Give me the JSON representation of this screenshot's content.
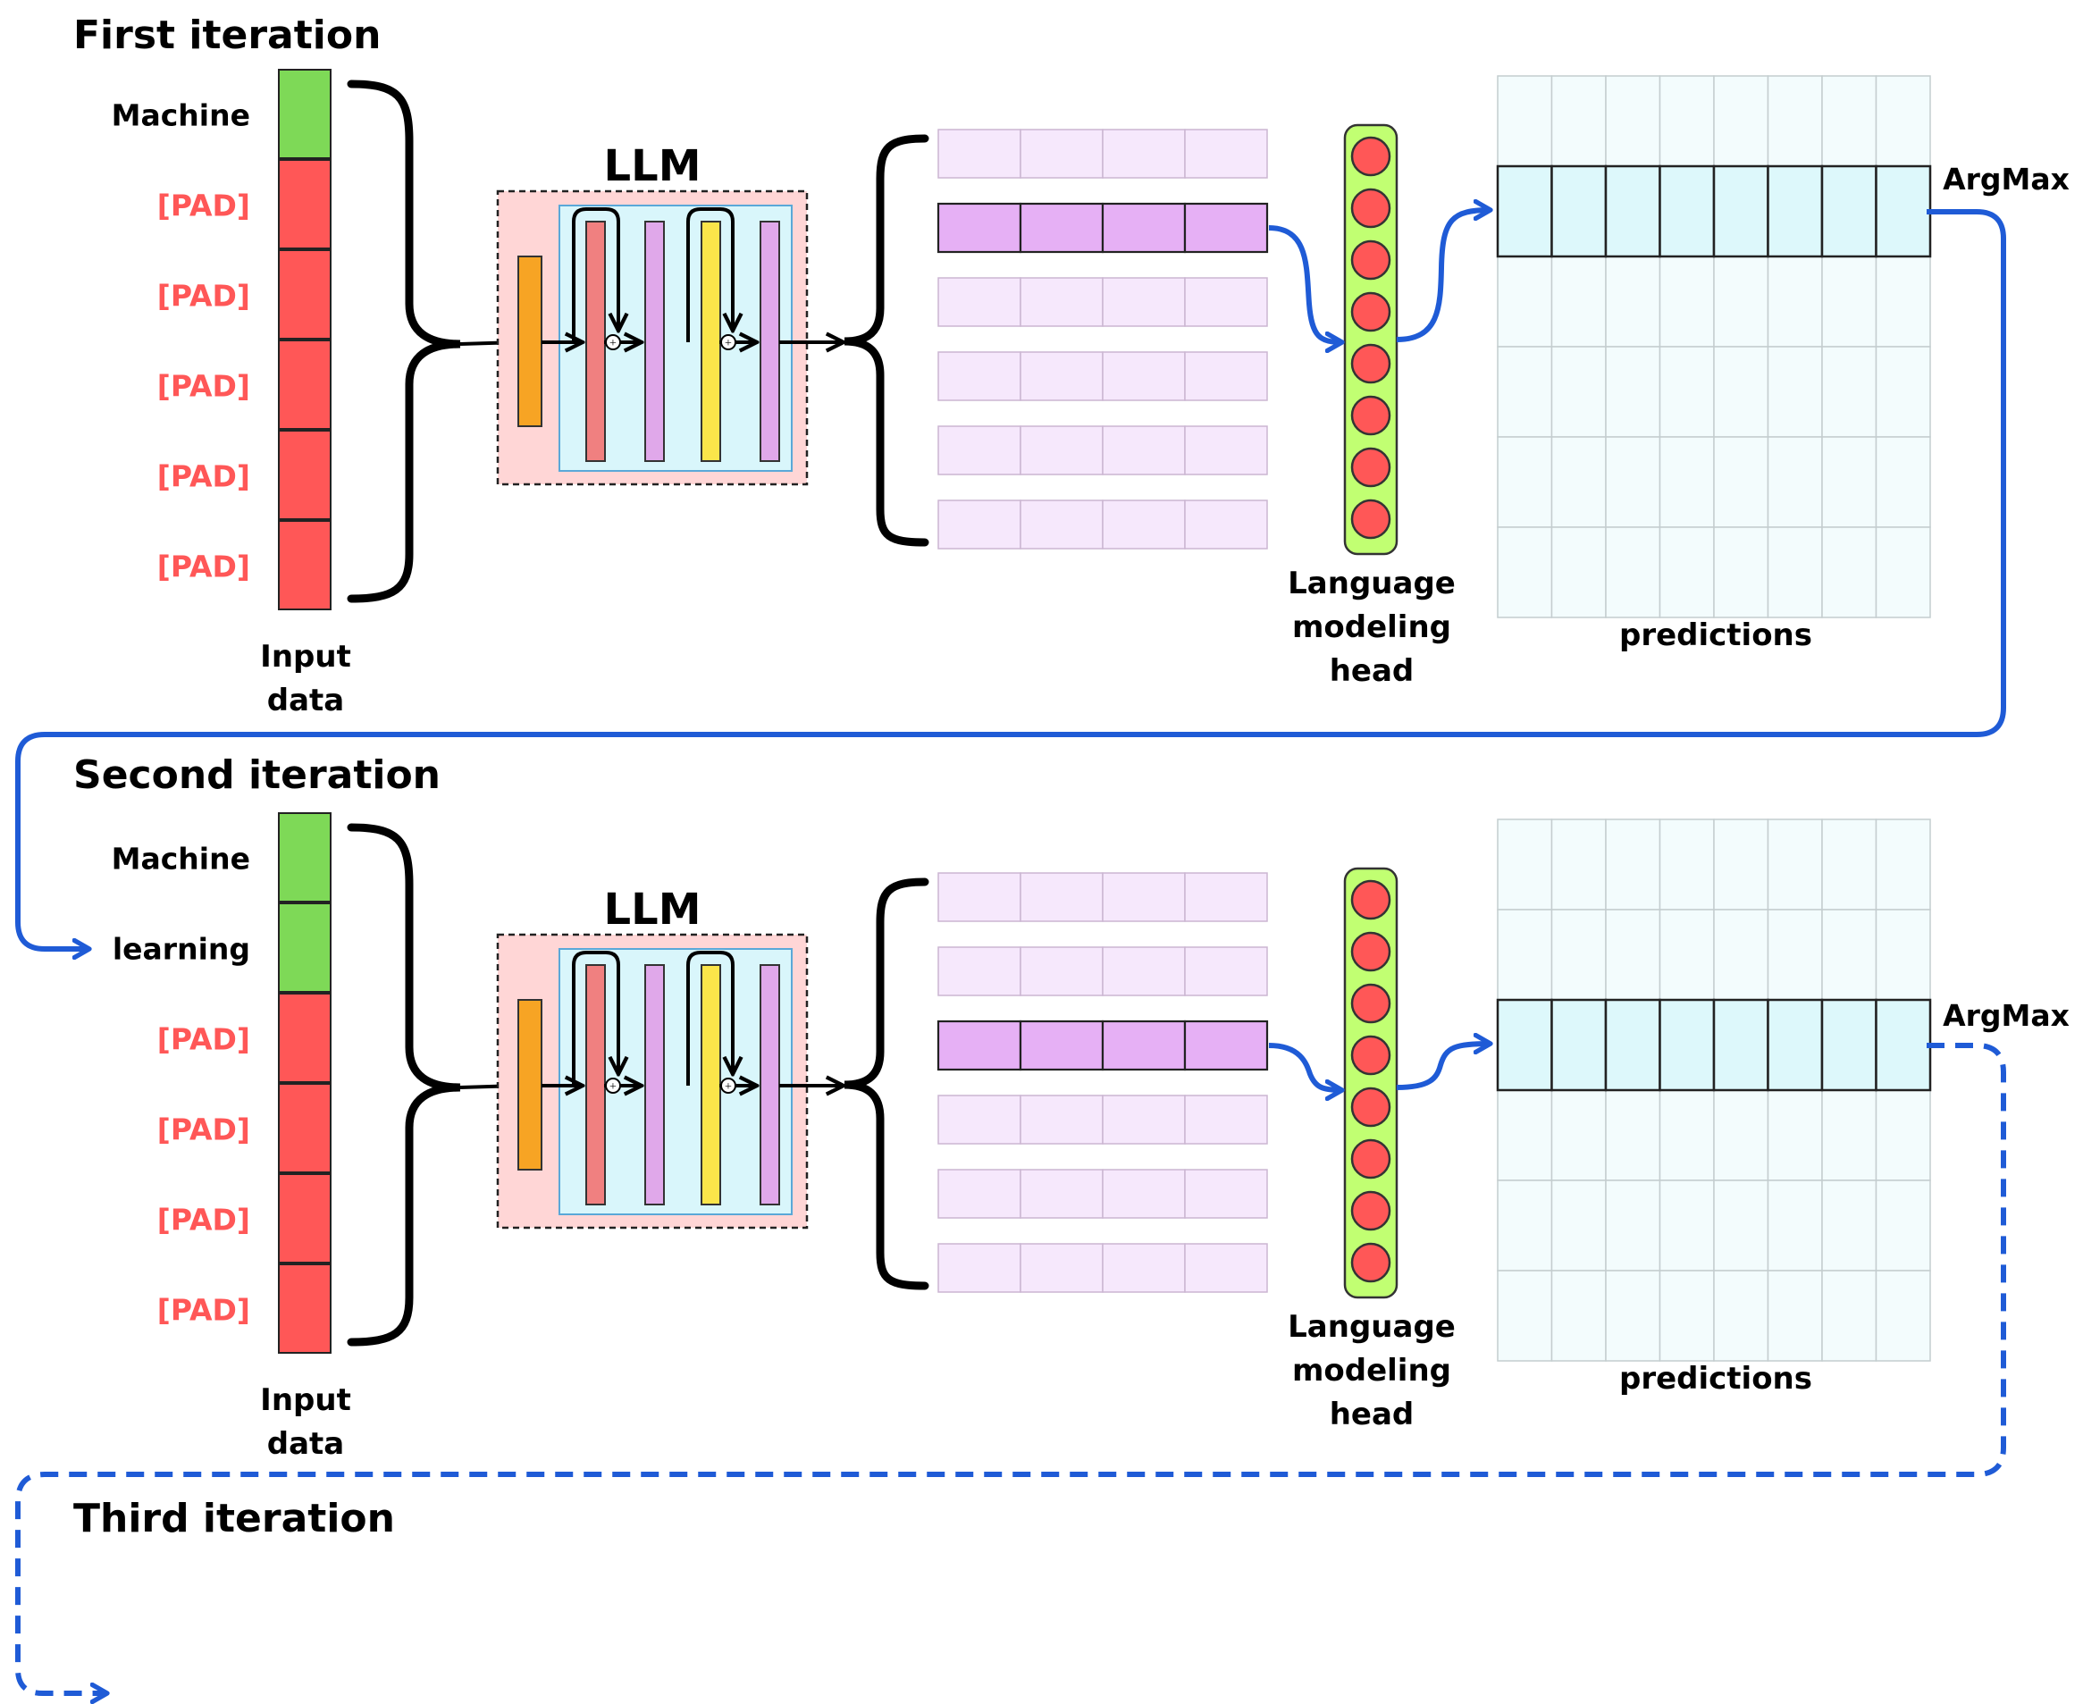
{
  "iterations": [
    {
      "title": "First iteration",
      "tokens": [
        {
          "label": "Machine",
          "type": "word"
        },
        {
          "label": "[PAD]",
          "type": "pad"
        },
        {
          "label": "[PAD]",
          "type": "pad"
        },
        {
          "label": "[PAD]",
          "type": "pad"
        },
        {
          "label": "[PAD]",
          "type": "pad"
        },
        {
          "label": "[PAD]",
          "type": "pad"
        }
      ],
      "input_label": [
        "Input",
        "data"
      ],
      "llm_label": "LLM",
      "active_embedding_row": 1,
      "head_label": [
        "Language",
        "modeling",
        "head"
      ],
      "predictions_label": "predictions",
      "active_prediction_row": 1,
      "argmax_label": "ArgMax"
    },
    {
      "title": "Second iteration",
      "tokens": [
        {
          "label": "Machine",
          "type": "word"
        },
        {
          "label": "learning",
          "type": "word"
        },
        {
          "label": "[PAD]",
          "type": "pad"
        },
        {
          "label": "[PAD]",
          "type": "pad"
        },
        {
          "label": "[PAD]",
          "type": "pad"
        },
        {
          "label": "[PAD]",
          "type": "pad"
        }
      ],
      "input_label": [
        "Input",
        "data"
      ],
      "llm_label": "LLM",
      "active_embedding_row": 2,
      "head_label": [
        "Language",
        "modeling",
        "head"
      ],
      "predictions_label": "predictions",
      "active_prediction_row": 2,
      "argmax_label": "ArgMax"
    }
  ],
  "third_title": "Third iteration",
  "colors": {
    "word_token": "#7ed957",
    "pad_token": "#ff5757",
    "pad_text": "#ff5757",
    "arrow_blue": "#1f5bd6",
    "embedding_active": "#e6b0f5",
    "embedding_faint": "#f6e8fc",
    "prediction_active": "#ddf8fb",
    "prediction_faint": "#f3fcfd",
    "head_body": "#c1ff72",
    "llm_outer": "#ffd6d6",
    "llm_inner": "#d9f6fb"
  }
}
